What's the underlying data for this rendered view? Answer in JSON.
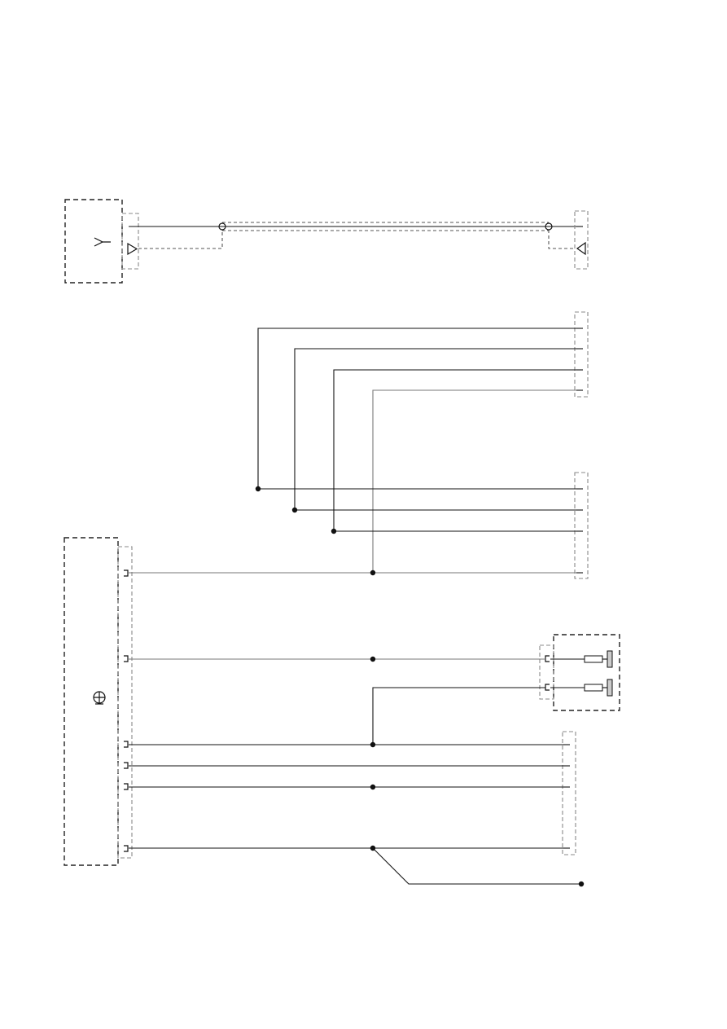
{
  "diagram": {
    "components": [
      {
        "id": "antenna-module",
        "icon": "antenna-icon"
      },
      {
        "id": "radio-unit",
        "icon": "speaker-symbol-icon"
      },
      {
        "id": "speaker-pair",
        "icon": "speaker-icon"
      }
    ],
    "connectors": [
      "antenna-connector-left",
      "antenna-connector-right",
      "upper-connector-a",
      "upper-connector-b",
      "radio-unit-connector",
      "speaker-connector",
      "lower-right-connector"
    ],
    "colors": {
      "wire": "#111111",
      "wire_grey": "#777777",
      "box_border": "#222222",
      "connector_border": "#888888"
    }
  }
}
